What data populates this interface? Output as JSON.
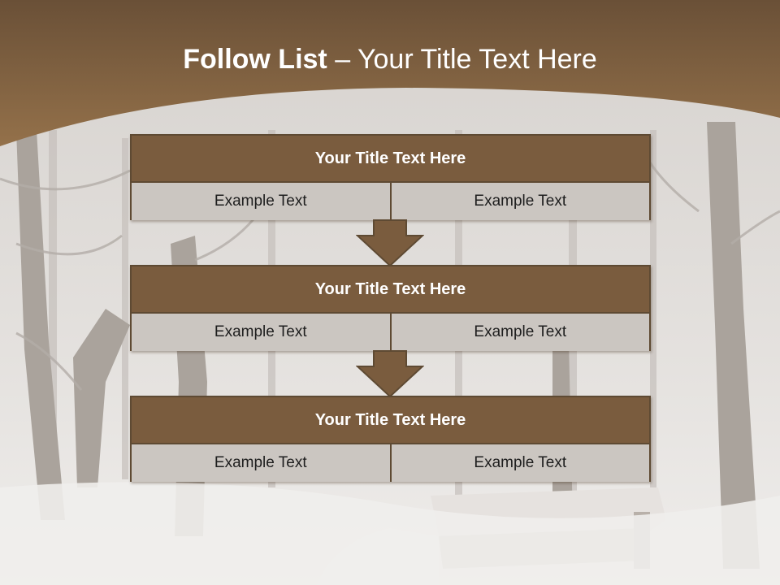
{
  "slide": {
    "title_bold": "Follow List",
    "title_rest": " – Your Title Text Here"
  },
  "blocks": [
    {
      "title": "Your Title Text Here",
      "left": "Example Text",
      "right": "Example Text"
    },
    {
      "title": "Your Title Text Here",
      "left": "Example Text",
      "right": "Example Text"
    },
    {
      "title": "Your Title Text Here",
      "left": "Example Text",
      "right": "Example Text"
    }
  ],
  "colors": {
    "header_brown": "#8a6a46",
    "block_title_fill": "#7a5c3e",
    "block_cell_fill": "#cbc6c1",
    "border": "#5e4a33",
    "arrow_fill": "#7a5c3e"
  },
  "icons": {
    "connector": "down-arrow-icon"
  }
}
